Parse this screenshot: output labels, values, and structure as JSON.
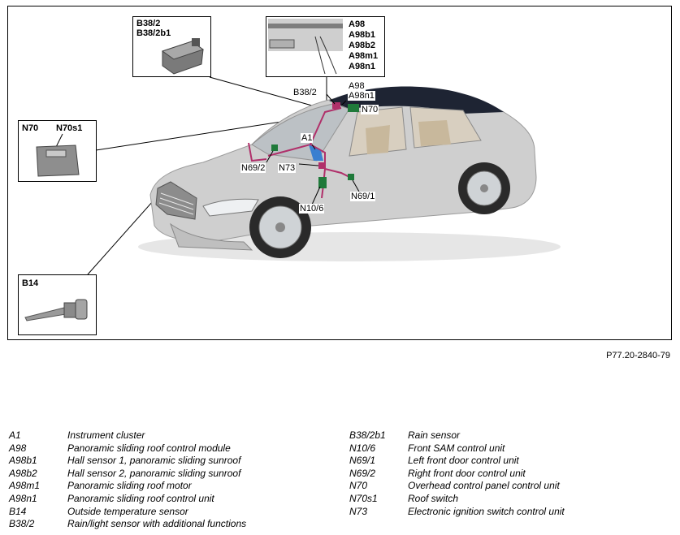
{
  "figure": {
    "reference": "P77.20-2840-79",
    "callouts": {
      "rain_sensor": [
        "B38/2",
        "B38/2b1"
      ],
      "roof_module": [
        "A98",
        "A98b1",
        "A98b2",
        "A98m1",
        "A98n1"
      ],
      "overhead_panel": [
        "N70",
        "N70s1"
      ],
      "temp_sensor": [
        "B14"
      ]
    },
    "car_labels": {
      "b38_2": "B38/2",
      "a98": "A98",
      "a98n1": "A98n1",
      "n70": "N70",
      "a1": "A1",
      "n69_2": "N69/2",
      "n73": "N73",
      "n69_1": "N69/1",
      "n10_6": "N10/6"
    }
  },
  "legend": {
    "left": [
      {
        "code": "A1",
        "desc": "Instrument cluster"
      },
      {
        "code": "A98",
        "desc": "Panoramic sliding roof control module"
      },
      {
        "code": "A98b1",
        "desc": "Hall sensor 1, panoramic sliding sunroof"
      },
      {
        "code": "A98b2",
        "desc": "Hall sensor 2, panoramic sliding sunroof"
      },
      {
        "code": "A98m1",
        "desc": "Panoramic sliding roof motor"
      },
      {
        "code": "A98n1",
        "desc": "Panoramic sliding roof control unit"
      },
      {
        "code": "B14",
        "desc": "Outside temperature sensor"
      },
      {
        "code": "B38/2",
        "desc": "Rain/light sensor with additional functions"
      }
    ],
    "right": [
      {
        "code": "B38/2b1",
        "desc": "Rain sensor"
      },
      {
        "code": "N10/6",
        "desc": "Front SAM control unit"
      },
      {
        "code": "N69/1",
        "desc": "Left front door control unit"
      },
      {
        "code": "N69/2",
        "desc": "Right front door control unit"
      },
      {
        "code": "N70",
        "desc": "Overhead control panel control unit"
      },
      {
        "code": "N70s1",
        "desc": "Roof switch"
      },
      {
        "code": "N73",
        "desc": "Electronic ignition switch control unit"
      }
    ]
  },
  "colors": {
    "wiring": "#b0306a",
    "component_green": "#1f7a3a",
    "component_blue": "#3a7fd0",
    "car_body": "#cfcfcf",
    "roof_glass": "#1e2433"
  }
}
